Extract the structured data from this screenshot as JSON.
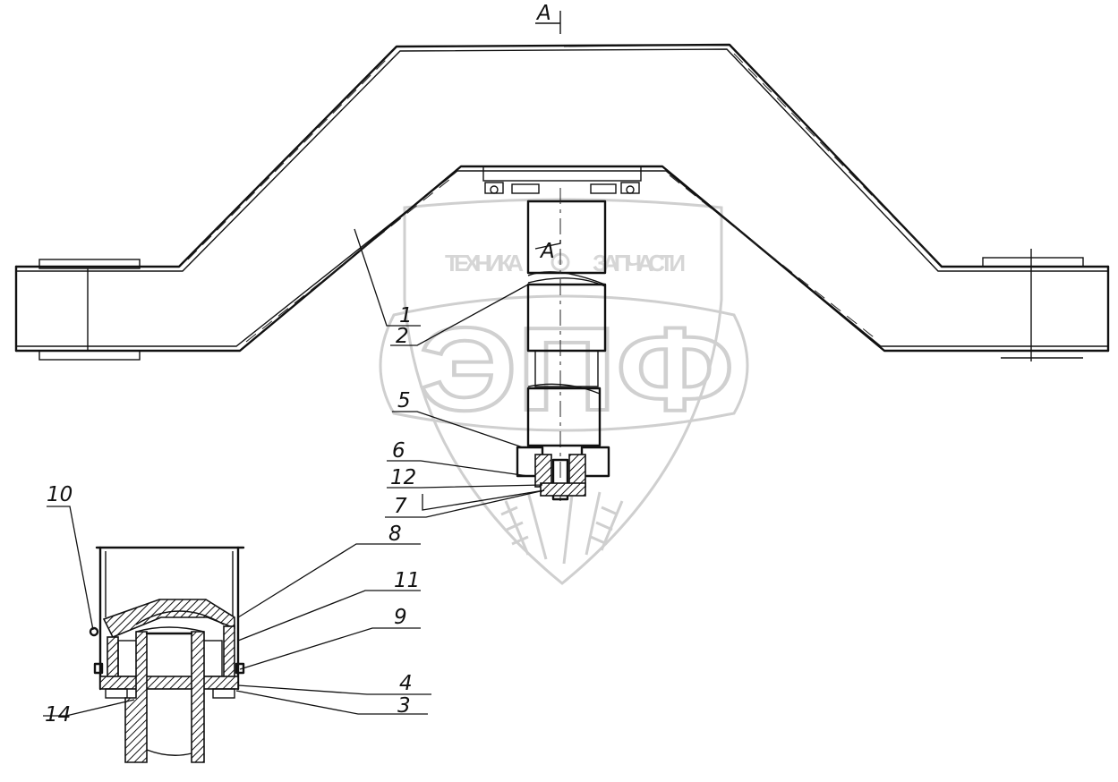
{
  "watermark": {
    "brand_text": "ТЕХНИКА ЗАПЧАСТИ",
    "brand_left": "ТЕХНИКА",
    "brand_right": "ЗАПЧАСТИ",
    "logo_letters": "ЭПФ",
    "color": "#d0d0d0"
  },
  "section_marks": {
    "top": "A",
    "shaft": "A"
  },
  "callouts": [
    {
      "id": "c1",
      "label": "1"
    },
    {
      "id": "c2",
      "label": "2"
    },
    {
      "id": "c5",
      "label": "5"
    },
    {
      "id": "c6",
      "label": "6"
    },
    {
      "id": "c12",
      "label": "12"
    },
    {
      "id": "c7",
      "label": "7"
    },
    {
      "id": "c8",
      "label": "8"
    },
    {
      "id": "c11",
      "label": "11"
    },
    {
      "id": "c9",
      "label": "9"
    },
    {
      "id": "c4",
      "label": "4"
    },
    {
      "id": "c3",
      "label": "3"
    },
    {
      "id": "c10",
      "label": "10"
    },
    {
      "id": "c14",
      "label": "14"
    }
  ]
}
